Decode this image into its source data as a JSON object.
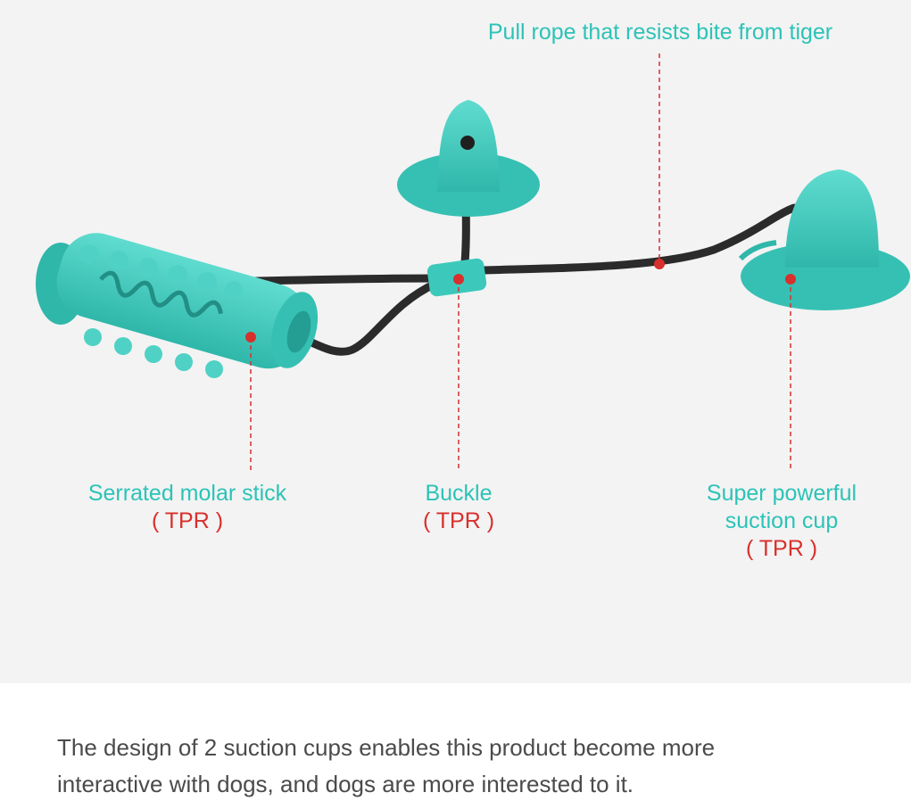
{
  "labels": {
    "rope": "Pull rope that resists bite from tiger",
    "stick_title": "Serrated molar stick",
    "stick_material": "( TPR )",
    "buckle_title": "Buckle",
    "buckle_material": "( TPR )",
    "cup_title_line1": "Super powerful",
    "cup_title_line2": "suction cup",
    "cup_material": "( TPR )"
  },
  "description": {
    "line1": "The design of 2 suction cups enables this product become more",
    "line2": "interactive with dogs, and dogs are more interested to it."
  },
  "colors": {
    "toy": "#3cc9bb",
    "accent_text": "#2cc3b7",
    "marker": "#d8302c",
    "rope": "#2b2b2b",
    "background": "#f3f3f3"
  }
}
